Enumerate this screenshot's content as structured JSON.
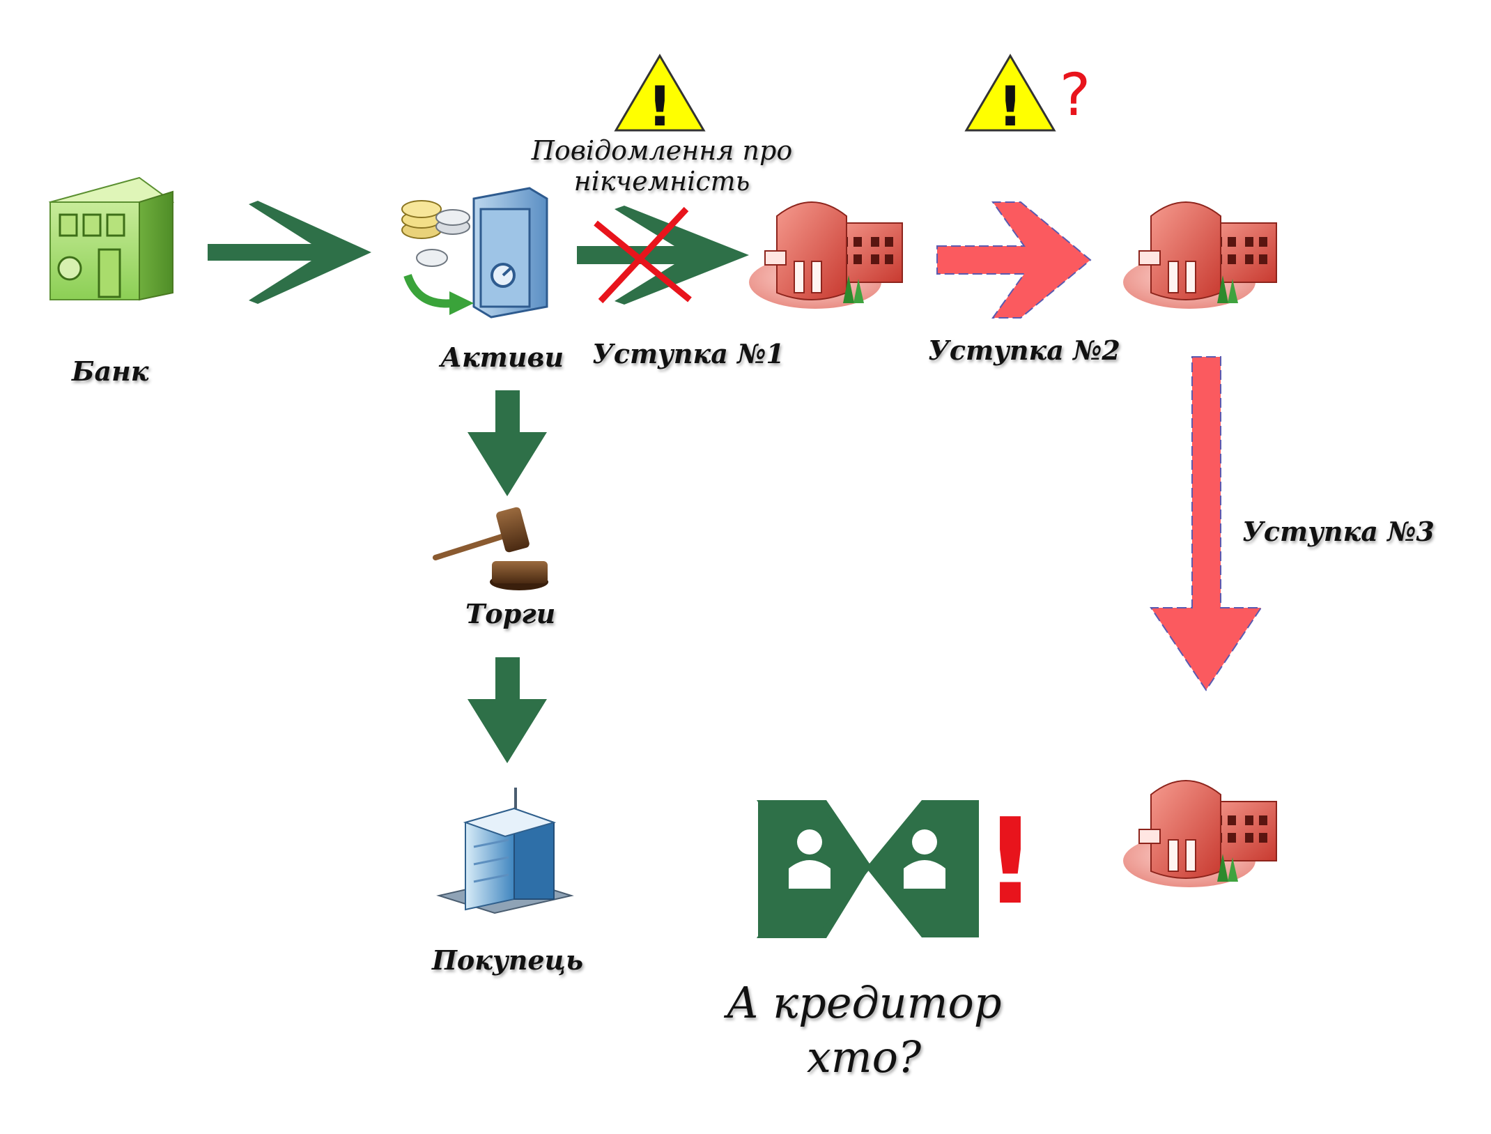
{
  "labels": {
    "bank": "Банк",
    "assets": "Активи",
    "assignment1": "Уступка №1",
    "assignment2": "Уступка №2",
    "assignment3": "Уступка №3",
    "auction": "Торги",
    "buyer": "Покупець",
    "notice_line1": "Повідомлення про",
    "notice_line2": "нікчемність",
    "question_line1": "А кредитор",
    "question_line2": "хто?"
  },
  "symbols": {
    "warning": "!",
    "question": "?",
    "exclaim": "!"
  },
  "colors": {
    "green_arrow": "#2e7048",
    "red_arrow": "#fb5a5f",
    "red_mark": "#e8141c",
    "warning_yellow": "#ffff00"
  },
  "icons": [
    "bank-building-icon",
    "assets-safe-icon",
    "company-building-icon",
    "gavel-icon",
    "office-tower-icon",
    "person-icon",
    "warning-icon"
  ]
}
